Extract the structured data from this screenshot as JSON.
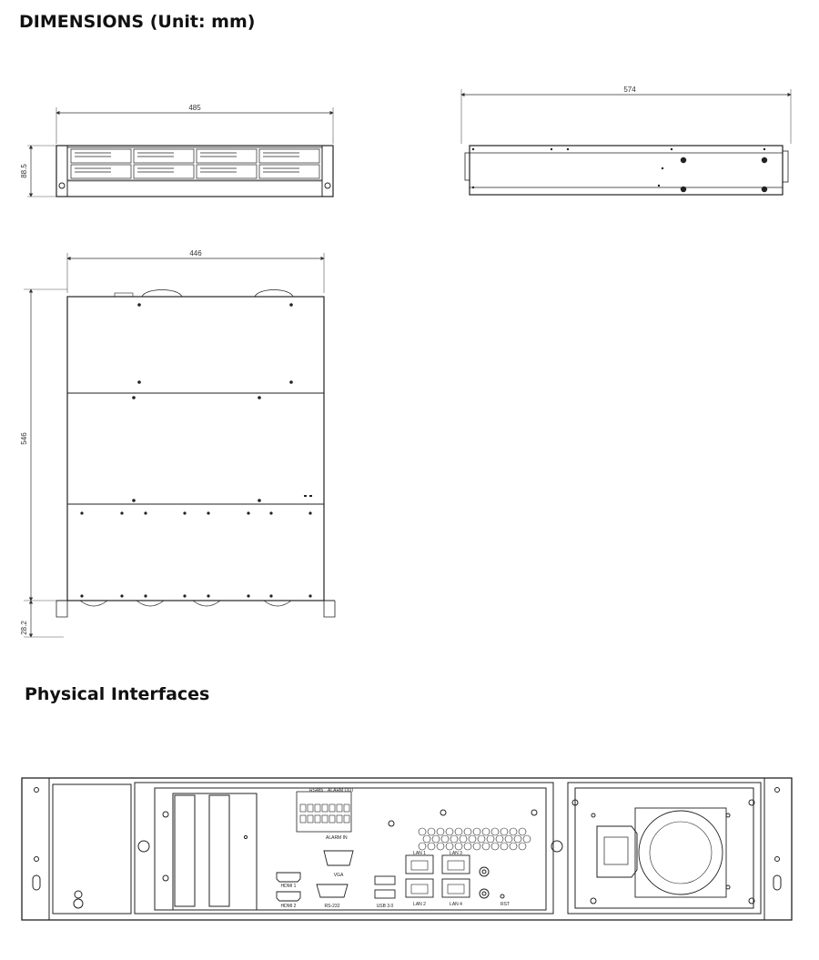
{
  "headings": {
    "dimensions": "DIMENSIONS  (Unit: mm)",
    "physical": "Physical Interfaces"
  },
  "dimensions": {
    "front_width": "485",
    "front_height": "88.5",
    "side_depth": "574",
    "top_width": "446",
    "top_depth": "546",
    "top_offset": "28.2"
  },
  "rear_panel": {
    "ports": {
      "hdmi1": "HDMI 1",
      "hdmi2": "HDMI 2",
      "vga": "VGA",
      "rs232": "RS-232",
      "usb": "USB 3.0",
      "lan1": "LAN 1",
      "lan2": "LAN 2",
      "lan3": "LAN 3",
      "lan4": "LAN 4",
      "rst": "RST",
      "rs485": "RS485",
      "alarm_in": "ALARM IN",
      "alarm_out": "ALARM OUT"
    }
  }
}
